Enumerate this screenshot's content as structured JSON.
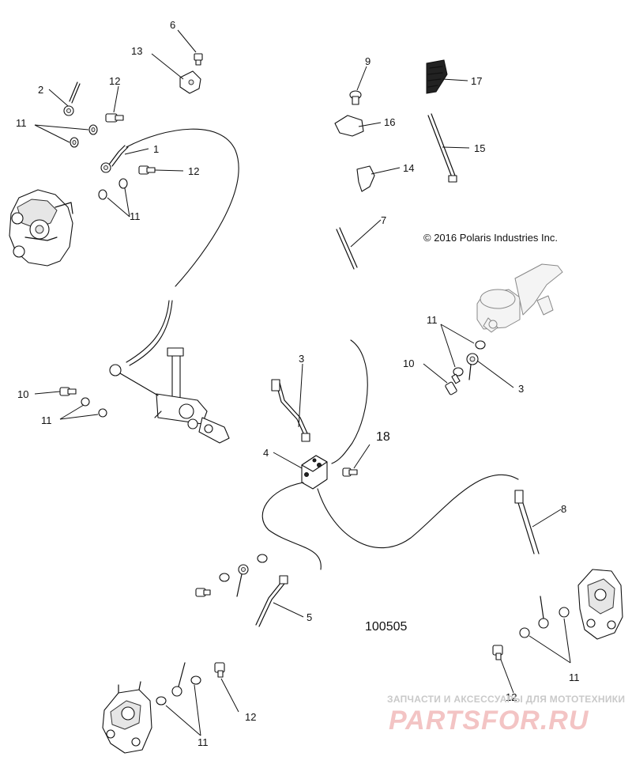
{
  "copyright": "© 2016 Polaris Industries Inc.",
  "figure_number": "100505",
  "watermark": {
    "tagline": "ЗАПЧАСТИ И АКСЕССУАРЫ ДЛЯ МОТОТЕХНИКИ",
    "logo": "PARTSFOR.RU"
  },
  "callouts": {
    "c1": "1",
    "c2": "2",
    "c3a": "3",
    "c3b": "3",
    "c4": "4",
    "c5": "5",
    "c6": "6",
    "c7": "7",
    "c8": "8",
    "c9": "9",
    "c10a": "10",
    "c10b": "10",
    "c11a": "11",
    "c11b": "11",
    "c11c": "11",
    "c11d": "11",
    "c11e": "11",
    "c11f": "11",
    "c12a": "12",
    "c12b": "12",
    "c12c": "12",
    "c12d": "12",
    "c13": "13",
    "c14": "14",
    "c15": "15",
    "c16": "16",
    "c17": "17",
    "c18": "18"
  }
}
